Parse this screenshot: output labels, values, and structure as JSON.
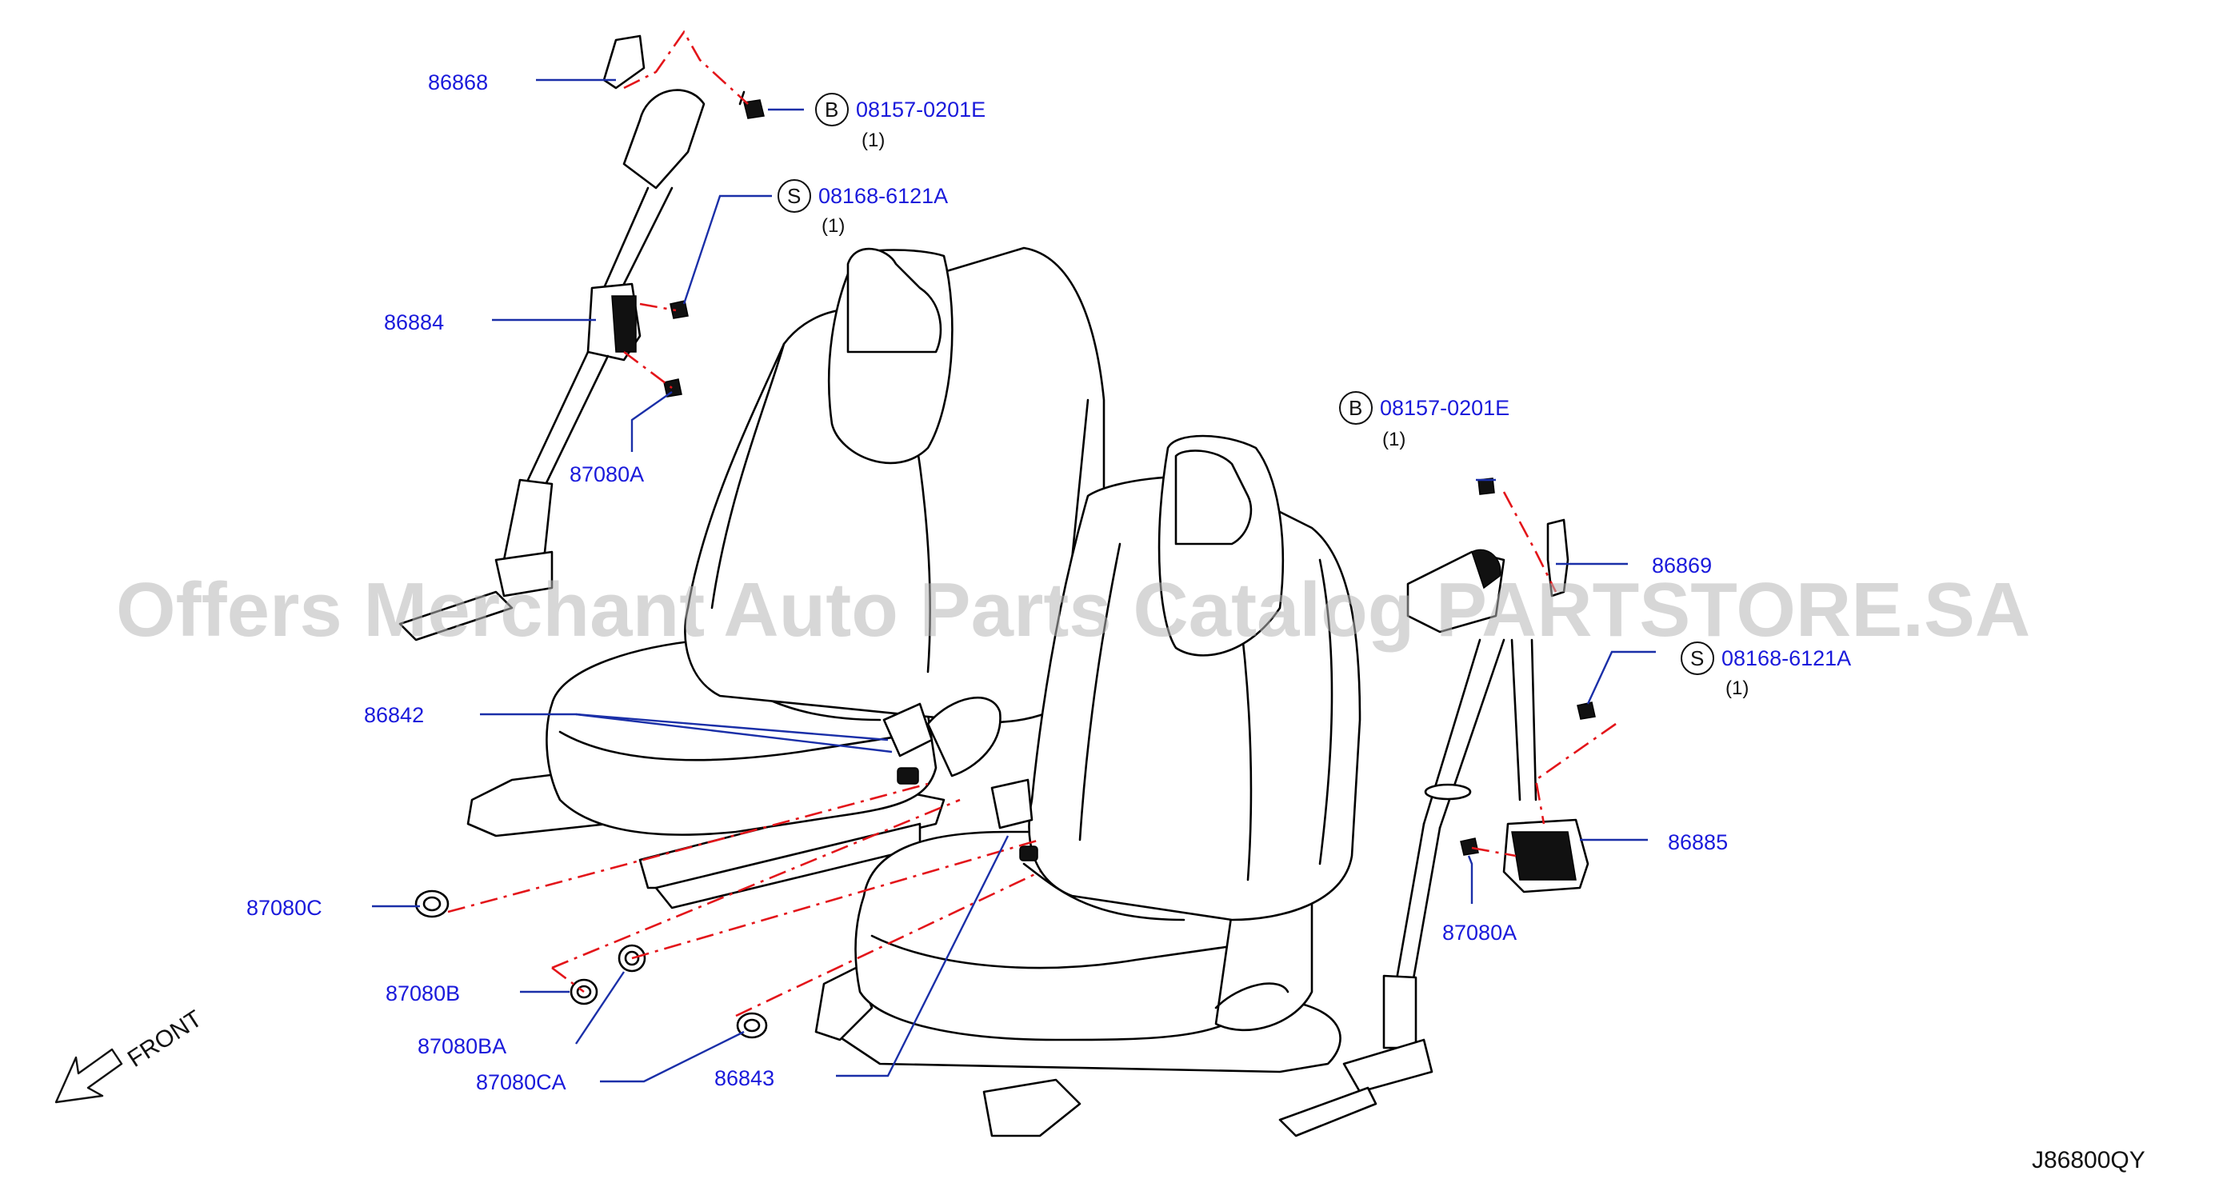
{
  "watermark": "Offers Merchant Auto Parts Catalog PARTSTORE.SA",
  "diagram_code": "J86800QY",
  "front_label": "FRONT",
  "qty_label": "(1)",
  "colors": {
    "part_number": "#1a1adb",
    "leader": "#1a2fa8",
    "dash_line": "#e3151a"
  },
  "callouts": {
    "p86868": "86868",
    "p08157_left": "08157-0201E",
    "p08157_left_mark": "B",
    "p08168_left": "08168-6121A",
    "p08168_left_mark": "S",
    "p86884": "86884",
    "p87080A_left": "87080A",
    "p86842": "86842",
    "p87080C": "87080C",
    "p87080B": "87080B",
    "p87080BA": "87080BA",
    "p87080CA": "87080CA",
    "p86843": "86843",
    "p08157_right": "08157-0201E",
    "p08157_right_mark": "B",
    "p86869": "86869",
    "p08168_right": "08168-6121A",
    "p08168_right_mark": "S",
    "p86885": "86885",
    "p87080A_right": "87080A"
  }
}
